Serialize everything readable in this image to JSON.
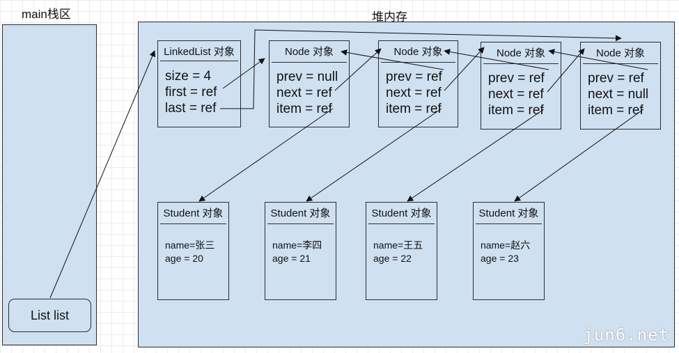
{
  "stack": {
    "title": "main栈区",
    "list_var": "List list"
  },
  "heap": {
    "title": "堆内存"
  },
  "linked_list": {
    "title": "LinkedList 对象",
    "fields": [
      "size = 4",
      "first = ref",
      "last = ref"
    ]
  },
  "nodes": [
    {
      "title": "Node 对象",
      "fields": [
        "prev = null",
        "next = ref",
        "item = ref"
      ]
    },
    {
      "title": "Node 对象",
      "fields": [
        "prev = ref",
        "next = ref",
        "item = ref"
      ]
    },
    {
      "title": "Node 对象",
      "fields": [
        "prev = ref",
        "next = ref",
        "item = ref"
      ]
    },
    {
      "title": "Node 对象",
      "fields": [
        "prev = ref",
        "next = null",
        "item = ref"
      ]
    }
  ],
  "students": [
    {
      "title": "Student 对象",
      "name": "name=张三",
      "age": "age = 20"
    },
    {
      "title": "Student 对象",
      "name": "name=李四",
      "age": "age = 21"
    },
    {
      "title": "Student 对象",
      "name": "name=王五",
      "age": "age = 22"
    },
    {
      "title": "Student 对象",
      "name": "name=赵六",
      "age": "age = 23"
    }
  ],
  "watermark": "jun6.net",
  "colors": {
    "region_fill": "#cfe0f1",
    "border": "#2b2b2b",
    "arrow": "#111111"
  }
}
